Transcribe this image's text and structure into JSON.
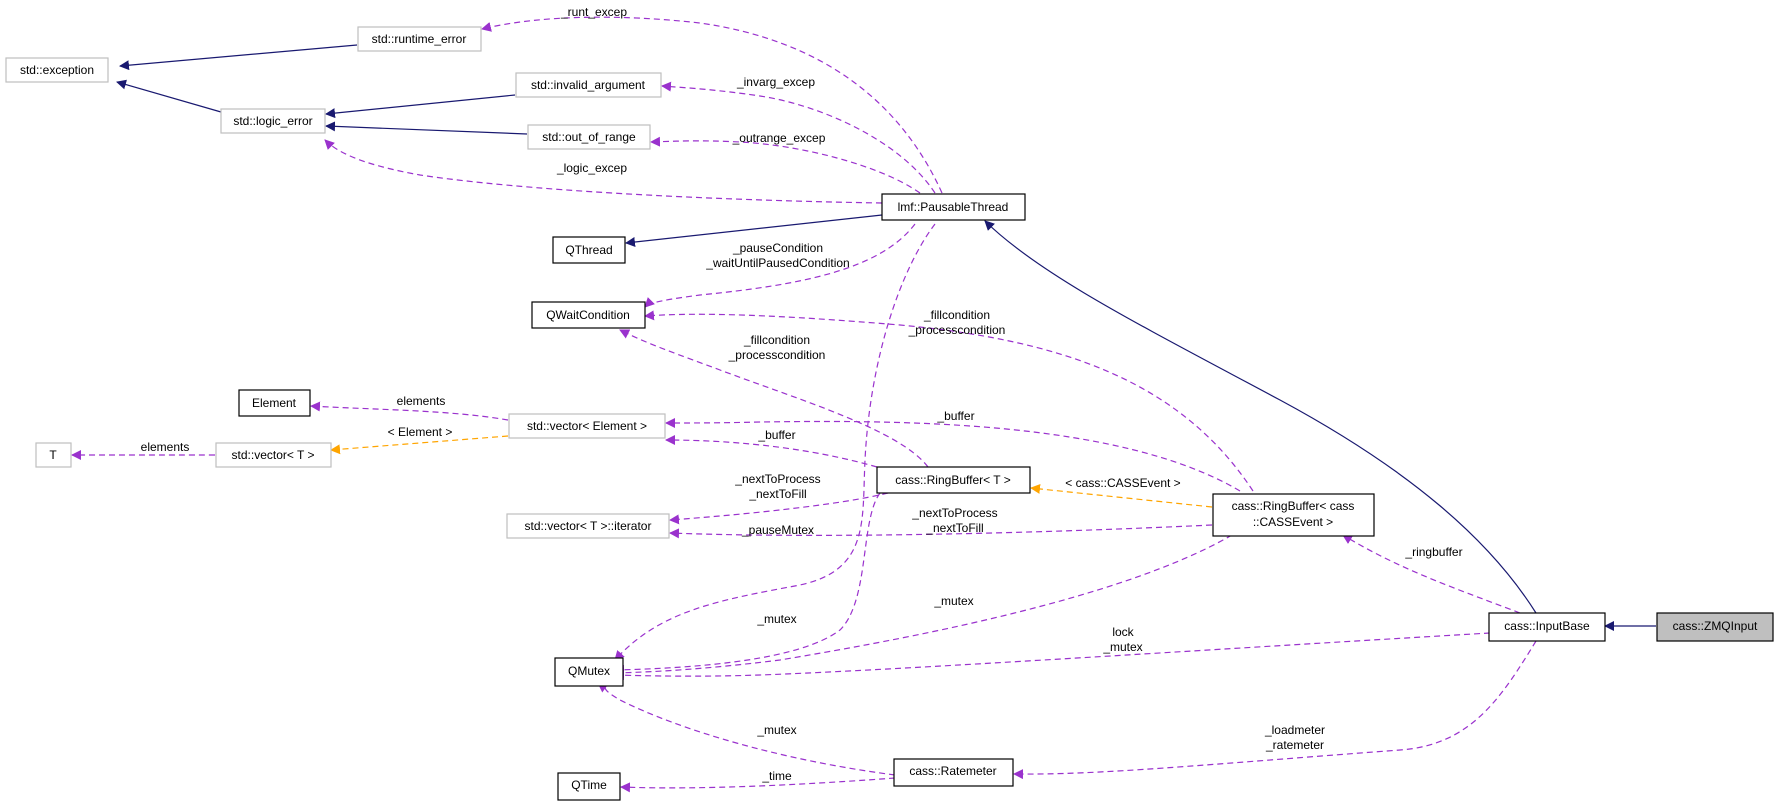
{
  "colors": {
    "inheritance": "#191970",
    "usage": "#9a32cd",
    "template": "#ffa500",
    "external_border": "#bfbfbf",
    "focus_fill": "#bfbfbf"
  },
  "nodes": {
    "std_exception": "std::exception",
    "std_runtime_error": "std::runtime_error",
    "std_logic_error": "std::logic_error",
    "std_invalid_argument": "std::invalid_argument",
    "std_out_of_range": "std::out_of_range",
    "lmf_pausable_thread": "lmf::PausableThread",
    "qthread": "QThread",
    "qwaitcondition": "QWaitCondition",
    "element": "Element",
    "std_vector_element": "std::vector< Element >",
    "t": "T",
    "std_vector_t": "std::vector< T >",
    "ringbuffer_t": "cass::RingBuffer< T >",
    "std_vector_t_iterator": "std::vector< T >::iterator",
    "ringbuffer_cassevent_line1": "cass::RingBuffer< cass",
    "ringbuffer_cassevent_line2": "::CASSEvent >",
    "input_base": "cass::InputBase",
    "zmq_input": "cass::ZMQInput",
    "qmutex": "QMutex",
    "ratemeter": "cass::Ratemeter",
    "qtime": "QTime"
  },
  "edge_labels": {
    "runt_excep": "_runt_excep",
    "invarg_excep": "_invarg_excep",
    "outrange_excep": "_outrange_excep",
    "logic_excep": "_logic_excep",
    "pause_condition": "_pauseCondition",
    "wait_until_paused": "_waitUntilPausedCondition",
    "fillcondition_a": "_fillcondition",
    "processcondition_a": "_processcondition",
    "fillcondition_b": "_fillcondition",
    "processcondition_b": "_processcondition",
    "elements_a": "elements",
    "element_template": "< Element >",
    "elements_b": "elements",
    "buffer_a": "_buffer",
    "buffer_b": "_buffer",
    "next_to_process_a": "_nextToProcess",
    "next_to_fill_a": "_nextToFill",
    "pause_mutex": "_pauseMutex",
    "next_to_process_b": "_nextToProcess",
    "next_to_fill_b": "_nextToFill",
    "cassevent_template": "< cass::CASSEvent >",
    "ringbuffer": "_ringbuffer",
    "mutex_a": "_mutex",
    "mutex_b": "_mutex",
    "lock": "lock",
    "mutex_c": "_mutex",
    "mutex_d": "_mutex",
    "loadmeter": "_loadmeter",
    "ratemeter": "_ratemeter",
    "time": "_time"
  }
}
